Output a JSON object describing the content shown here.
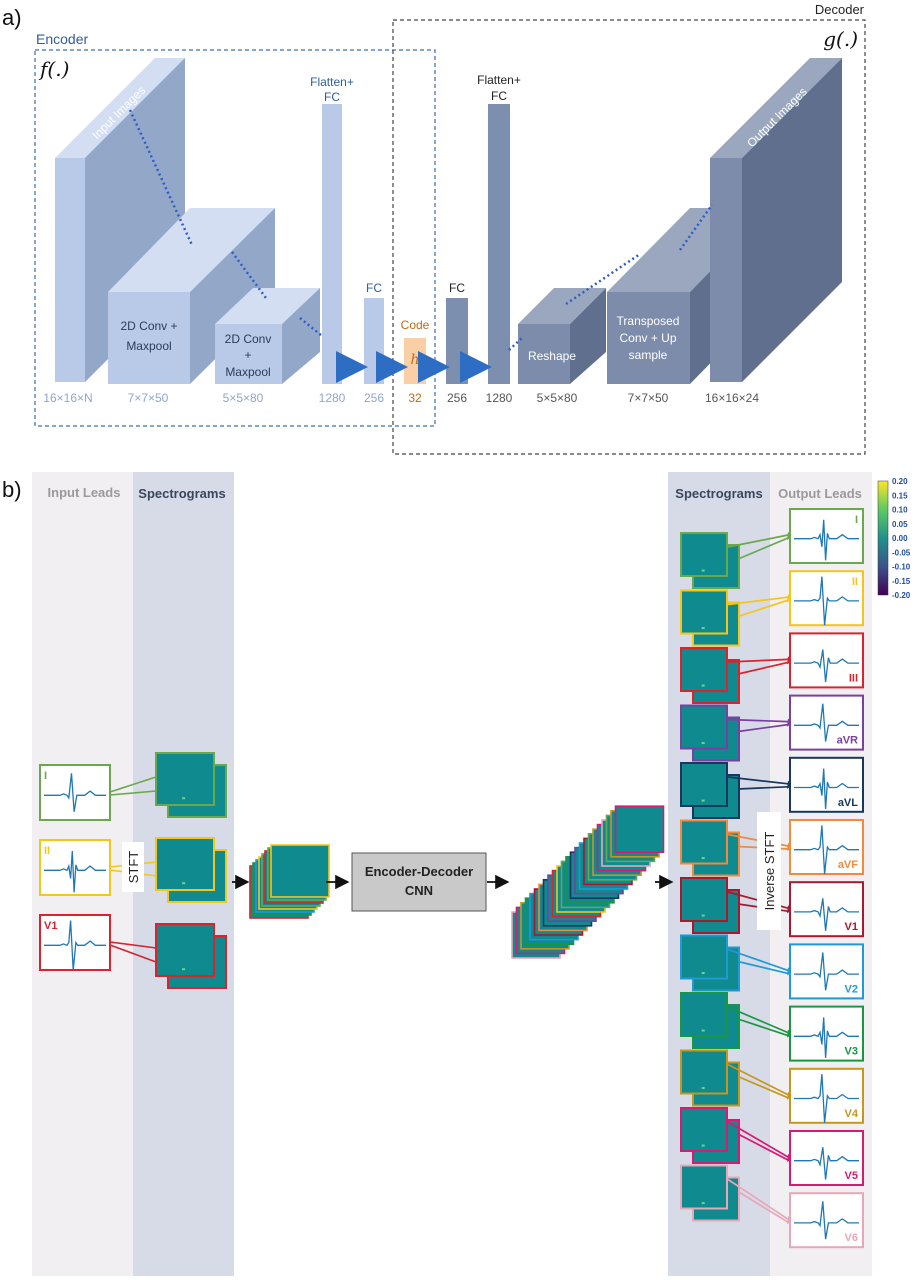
{
  "panel_a": {
    "label": "a)",
    "encoder_label": "Encoder",
    "decoder_label": "Decoder",
    "f_label": "f(.)",
    "g_label": "g(.)",
    "input_images": "Input Images",
    "output_images": "Output Images",
    "conv1": [
      "2D Conv +",
      "Maxpool"
    ],
    "conv2": [
      "2D Conv",
      "+",
      "Maxpool"
    ],
    "flatten_enc": [
      "Flatten+",
      "FC"
    ],
    "fc_enc": "FC",
    "code_label": "Code",
    "code_symbol": "h",
    "fc_dec": "FC",
    "flatten_dec": [
      "Flatten+",
      "FC"
    ],
    "reshape": "Reshape",
    "transposed": [
      "Transposed",
      "Conv + Up",
      "sample"
    ],
    "dims": [
      "16×16×N",
      "7×7×50",
      "5×5×80",
      "1280",
      "256",
      "32",
      "256",
      "1280",
      "5×5×80",
      "7×7×50",
      "16×16×24"
    ]
  },
  "panel_b": {
    "label": "b)",
    "input_leads_header": "Input Leads",
    "spectrograms_header": "Spectrograms",
    "spectrograms_header_right": "Spectrograms",
    "output_leads_header": "Output Leads",
    "stft": "STFT",
    "inverse_stft": "Inverse STFT",
    "cnn_box": [
      "Encoder-Decoder",
      "CNN"
    ],
    "input_leads": [
      {
        "name": "I",
        "color": "#6aa84f"
      },
      {
        "name": "II",
        "color": "#f5c518"
      },
      {
        "name": "V1",
        "color": "#d9232e"
      }
    ],
    "output_leads": [
      {
        "name": "I",
        "color": "#6aa84f"
      },
      {
        "name": "II",
        "color": "#f5c518"
      },
      {
        "name": "III",
        "color": "#d9232e"
      },
      {
        "name": "aVR",
        "color": "#7b3fa0"
      },
      {
        "name": "aVL",
        "color": "#17375e"
      },
      {
        "name": "aVF",
        "color": "#f08a3c"
      },
      {
        "name": "V1",
        "color": "#a6192e"
      },
      {
        "name": "V2",
        "color": "#1f9ad6"
      },
      {
        "name": "V3",
        "color": "#1a9641"
      },
      {
        "name": "V4",
        "color": "#c8961e"
      },
      {
        "name": "V5",
        "color": "#d81b72"
      },
      {
        "name": "V6",
        "color": "#e8a7b8"
      }
    ],
    "colorbar_ticks": [
      "0.20",
      "0.15",
      "0.10",
      "0.05",
      "0.00",
      "-0.05",
      "-0.10",
      "-0.15",
      "-0.20"
    ]
  }
}
